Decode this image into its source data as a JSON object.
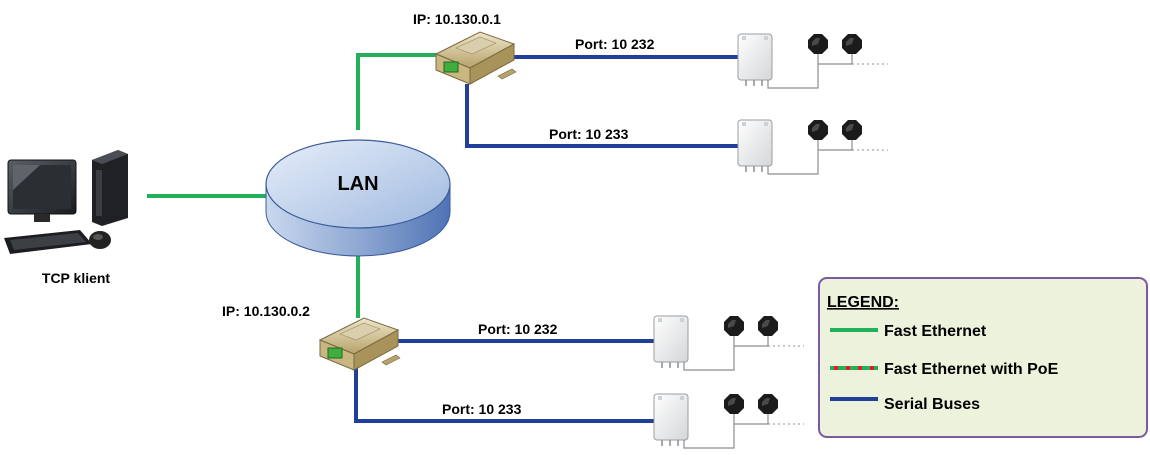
{
  "client": {
    "label": "TCP klient"
  },
  "lan": {
    "label": "LAN"
  },
  "converters": [
    {
      "ip": "IP: 10.130.0.1",
      "ports": [
        "Port: 10 232",
        "Port: 10 233"
      ]
    },
    {
      "ip": "IP: 10.130.0.2",
      "ports": [
        "Port: 10 232",
        "Port: 10 233"
      ]
    }
  ],
  "legend": {
    "title": "LEGEND:",
    "items": [
      {
        "label": "Fast Ethernet",
        "color": "#22b05a"
      },
      {
        "label": "Fast Ethernet with PoE",
        "color": "#22b05a",
        "dot_color": "#e02020"
      },
      {
        "label": "Serial Buses",
        "color": "#1f3f9a"
      }
    ]
  },
  "colors": {
    "ethernet": "#22b05a",
    "serial": "#1f3f9a",
    "lan_fill": "#b8cce8",
    "legend_bg": "#ecf2dc",
    "legend_border": "#7b5aa0"
  }
}
